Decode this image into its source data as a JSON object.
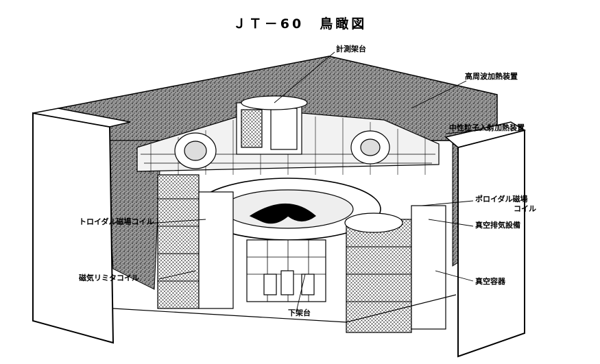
{
  "title": "ＪＴ－60　鳥瞰図",
  "labels": {
    "measurement_rack": "計測架台",
    "rf_heating": "高周波加熱装置",
    "nbi_heating": "中性粒子入射加熱装置",
    "poloidal_coil_1": "ポロイダル磁場",
    "poloidal_coil_2": "コイル",
    "vacuum_pump": "真空排気設備",
    "vacuum_vessel": "真空容器",
    "lower_rack": "下架台",
    "toroidal_coil": "トロイダル磁場コイル",
    "limiter_coil": "磁気リミタコイル"
  },
  "colors": {
    "ink": "#000000",
    "paper": "#ffffff",
    "stipple": "#3a3a3a"
  }
}
